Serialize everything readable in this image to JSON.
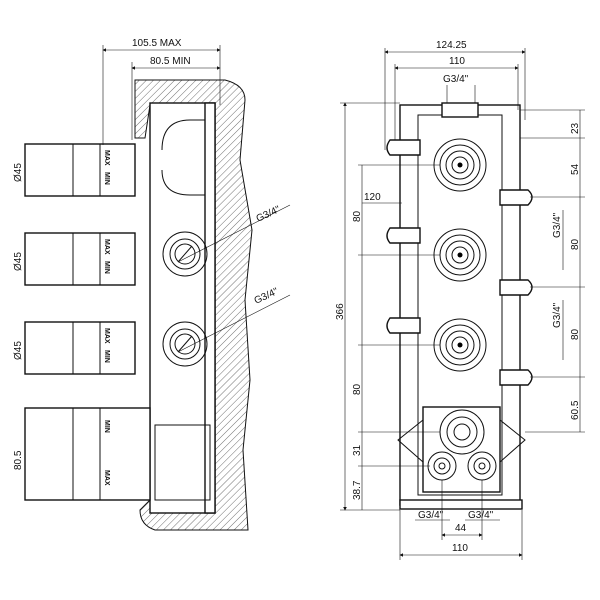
{
  "side_view": {
    "depth_max": "105.5  MAX",
    "depth_min": "80.5  MIN",
    "knob_diameters": [
      "Ø45",
      "Ø45",
      "Ø45"
    ],
    "bottom_knob_height": "80.5",
    "knob_max_label": "MAX",
    "knob_min_label": "MIN",
    "thread_labels": [
      "G3/4\"",
      "G3/4\""
    ]
  },
  "front_view": {
    "overall_width": "124.25",
    "body_width": "110",
    "top_thread": "G3/4\"",
    "right_dims": [
      "23",
      "54",
      "80",
      "80",
      "60.5"
    ],
    "right_threads": [
      "G3/4\"",
      "G3/4\""
    ],
    "overall_height": "366",
    "left_dims": [
      "80",
      "80",
      "31",
      "38.7"
    ],
    "bracket_dim": "120",
    "bottom_threads": [
      "G3/4\"",
      "G3/4\""
    ],
    "outlet_spacing": "44",
    "bottom_width": "110"
  }
}
